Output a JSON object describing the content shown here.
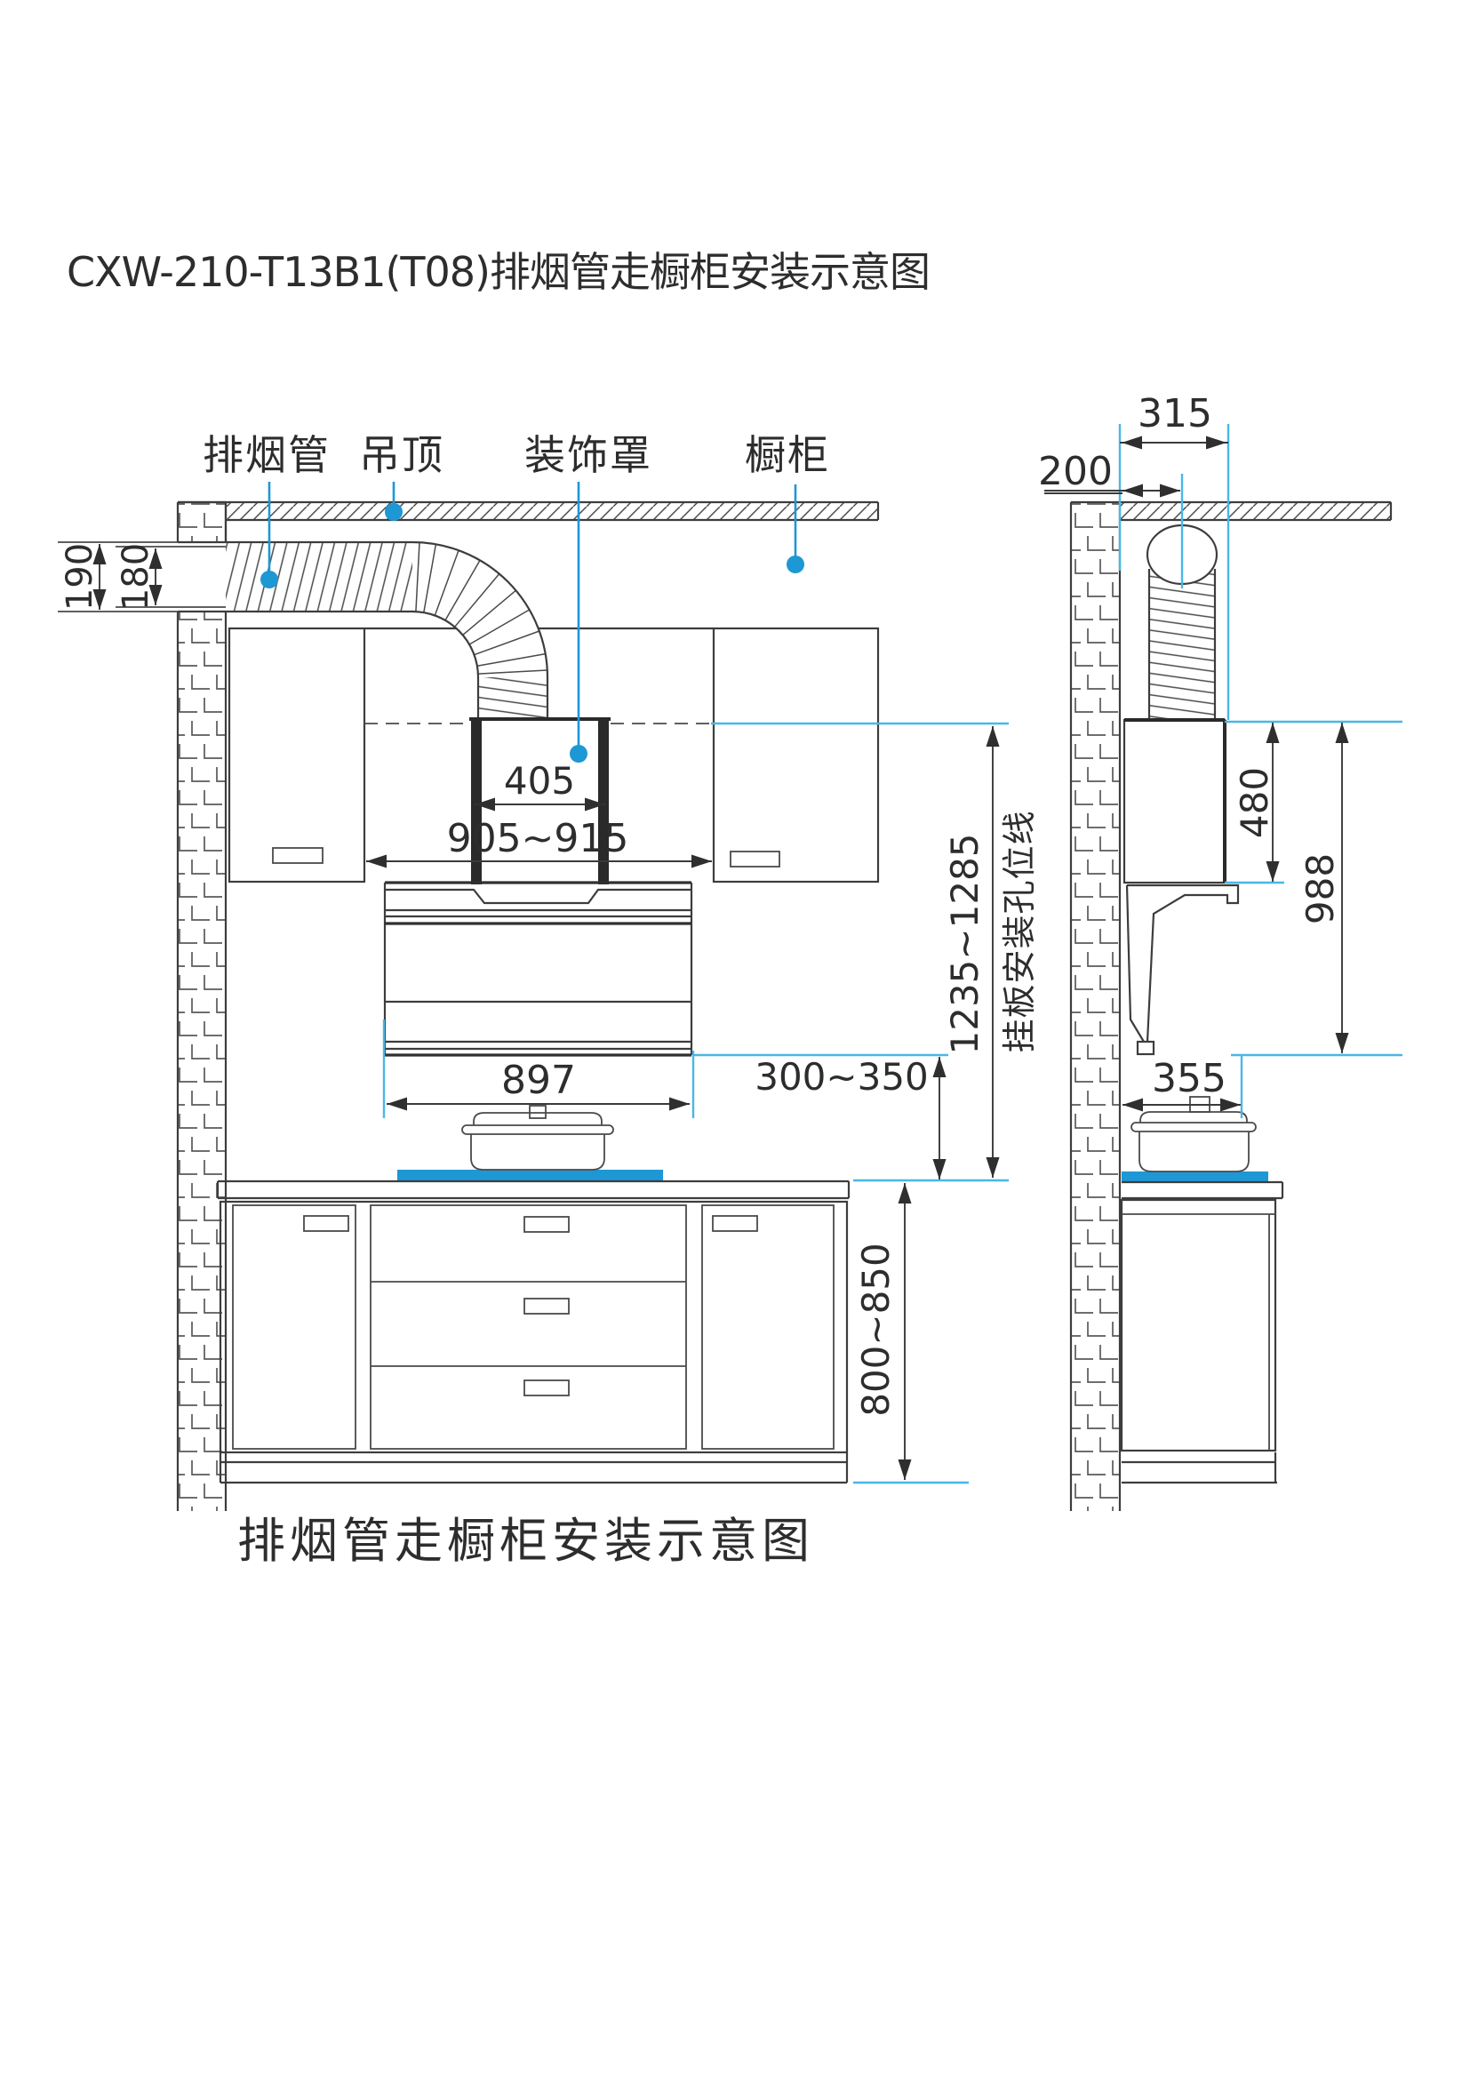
{
  "title": "CXW-210-T13B1(T08)排烟管走橱柜安装示意图",
  "caption": "排烟管走橱柜安装示意图",
  "part_labels": {
    "duct": "排烟管",
    "ceiling": "吊顶",
    "cover": "装饰罩",
    "cabinet": "橱柜"
  },
  "front_view": {
    "duct_outer_height": "190",
    "duct_inner_height": "180",
    "cover_width": "405",
    "cabinet_opening_width": "905~915",
    "hood_width": "897",
    "mount_line_height": "1235~1285",
    "mount_line_note": "挂板安装孔位线",
    "hood_bottom_to_counter": "300~350",
    "counter_height": "800~850"
  },
  "side_view": {
    "top_clearance_depth": "315",
    "duct_center_offset": "200",
    "cover_section_height": "480",
    "hood_total_height": "988",
    "hood_depth": "355"
  },
  "colors": {
    "accent_blue": "#1e97d5",
    "reference_cyan": "#4ab7e6",
    "drawing_line": "#3d3d3d"
  }
}
